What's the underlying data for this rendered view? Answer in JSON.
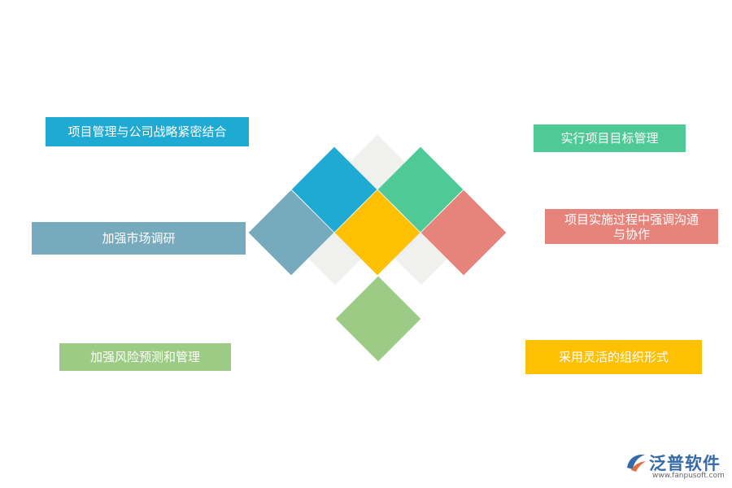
{
  "labels": {
    "strategy": "项目管理与公司战略紧密结合",
    "market": "加强市场调研",
    "risk": "加强风险预测和管理",
    "target": "实行项目目标管理",
    "communication_line1": "项目实施过程中强调沟通",
    "communication_line2": "与协作",
    "organization": "采用灵活的组织形式"
  },
  "colors": {
    "blue": "#1faad4",
    "steel_blue": "#77aabd",
    "light_green": "#9ccb86",
    "green": "#4fc995",
    "salmon": "#e6837b",
    "yellow": "#fdc002",
    "gray": "#f0f0ef"
  },
  "logo": {
    "name": "泛普软件",
    "url": "www.fanpusoft.com"
  }
}
